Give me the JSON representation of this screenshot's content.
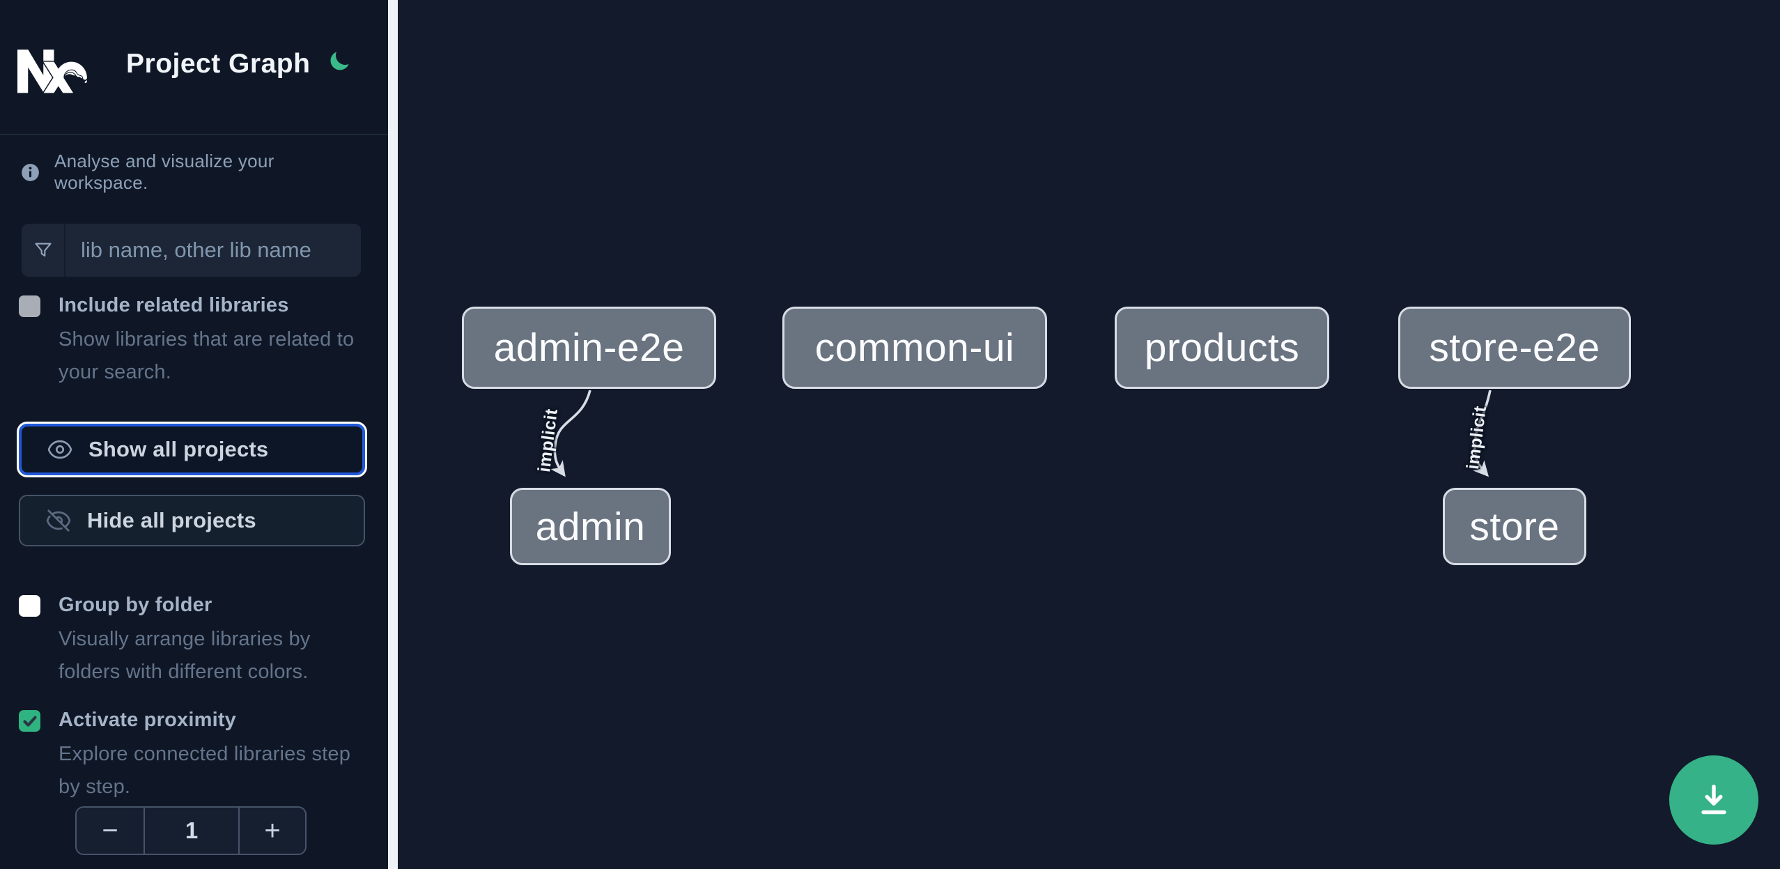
{
  "header": {
    "title": "Project Graph",
    "icons": {
      "logo": "nx-logo",
      "theme_toggle": "moon-icon"
    }
  },
  "sidebar": {
    "tagline": "Analyse and visualize your workspace.",
    "filter_placeholder": "lib name, other lib name",
    "checkboxes": [
      {
        "label": "Include related libraries",
        "description": "Show libraries that are related to your search.",
        "checked": false,
        "disabled": true
      },
      {
        "label": "Group by folder",
        "description": "Visually arrange libraries by folders with different colors.",
        "checked": false,
        "disabled": false
      },
      {
        "label": "Activate proximity",
        "description": "Explore connected libraries step by step.",
        "checked": true,
        "disabled": false
      }
    ],
    "buttons": {
      "show_all": "Show all projects",
      "hide_all": "Hide all projects"
    },
    "proximity_stepper": {
      "decrement": "−",
      "value": "1",
      "increment": "+"
    }
  },
  "graph": {
    "nodes": [
      {
        "label": "admin-e2e"
      },
      {
        "label": "common-ui"
      },
      {
        "label": "products"
      },
      {
        "label": "store-e2e"
      },
      {
        "label": "admin"
      },
      {
        "label": "store"
      }
    ],
    "edges": [
      {
        "from": "admin-e2e",
        "to": "admin",
        "label": "implicit"
      },
      {
        "from": "store-e2e",
        "to": "store",
        "label": "implicit"
      }
    ]
  },
  "fab": {
    "icon": "download-icon"
  },
  "colors": {
    "accent_green": "#35b287",
    "focus_blue": "#2159d8",
    "node_fill": "#6a7380",
    "node_border": "#d8dde5",
    "sidebar_bg": "#0f1726",
    "canvas_bg": "#121a2b"
  }
}
